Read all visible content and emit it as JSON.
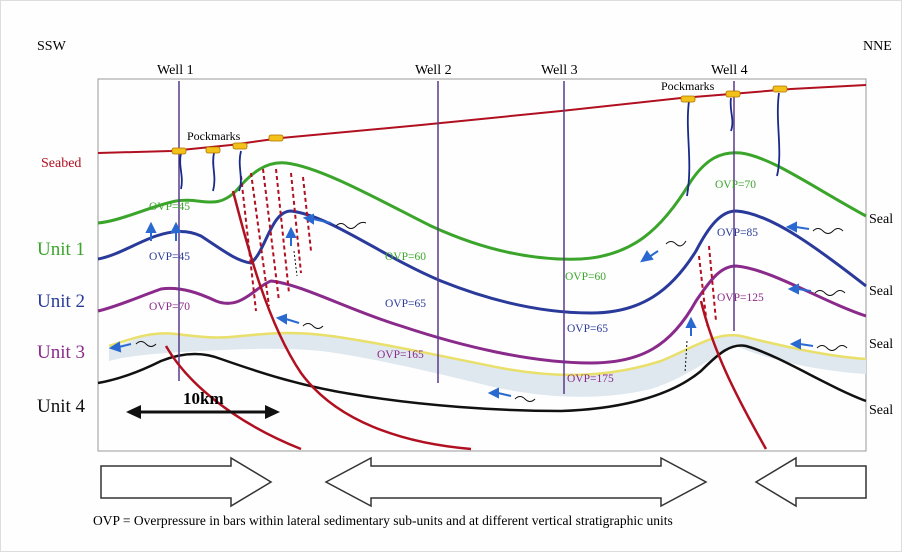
{
  "directions": {
    "left": "SSW",
    "right": "NNE"
  },
  "wells": [
    "Well 1",
    "Well 2",
    "Well 3",
    "Well 4"
  ],
  "pockmarks": [
    "Pockmarks",
    "Pockmarks"
  ],
  "seabed": "Seabed",
  "units": [
    "Unit 1",
    "Unit 2",
    "Unit 3",
    "Unit 4"
  ],
  "seals": [
    "Seal",
    "Seal",
    "Seal",
    "Seal"
  ],
  "ovp_labels": [
    "OVP=45",
    "OVP=45",
    "OVP=70",
    "OVP=60",
    "OVP=65",
    "OVP=165",
    "OVP=60",
    "OVP=65",
    "OVP=175",
    "OVP=70",
    "OVP=85",
    "OVP=125"
  ],
  "scale": "10km",
  "caption": "OVP = Overpressure in bars within lateral sedimentary sub-units and at different vertical stratigraphic units",
  "colors": {
    "seabed": "#b01020",
    "green": "#3aa52a",
    "blue": "#2a3a9a",
    "purple": "#8a2a8a",
    "black": "#111111",
    "well": "#5a3a8a",
    "fault": "#b01020",
    "unit1": "#3aa52a",
    "unit2": "#2a3a9a",
    "unit3": "#8a2a8a",
    "unit4": "#111111"
  }
}
